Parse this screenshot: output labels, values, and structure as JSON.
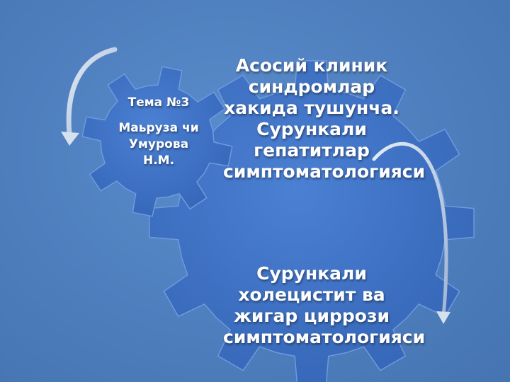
{
  "colors": {
    "background": "#4f7fbe",
    "gear_fill": "#3f72c9",
    "gear_stroke": "#6f9ce0",
    "arrow": "#c8d6ea",
    "text": "#ffffff"
  },
  "small_gear": {
    "topic": "Тема №3",
    "lecturer": "Маьруза чи Умурова Н.М."
  },
  "big_gear": {
    "section1": "Асосий клиник синдромлар хакида тушунча. Сурункали гепатитлар симптоматологияси",
    "section2": "Сурункали холецистит ва жигар циррози симптоматологияси"
  }
}
